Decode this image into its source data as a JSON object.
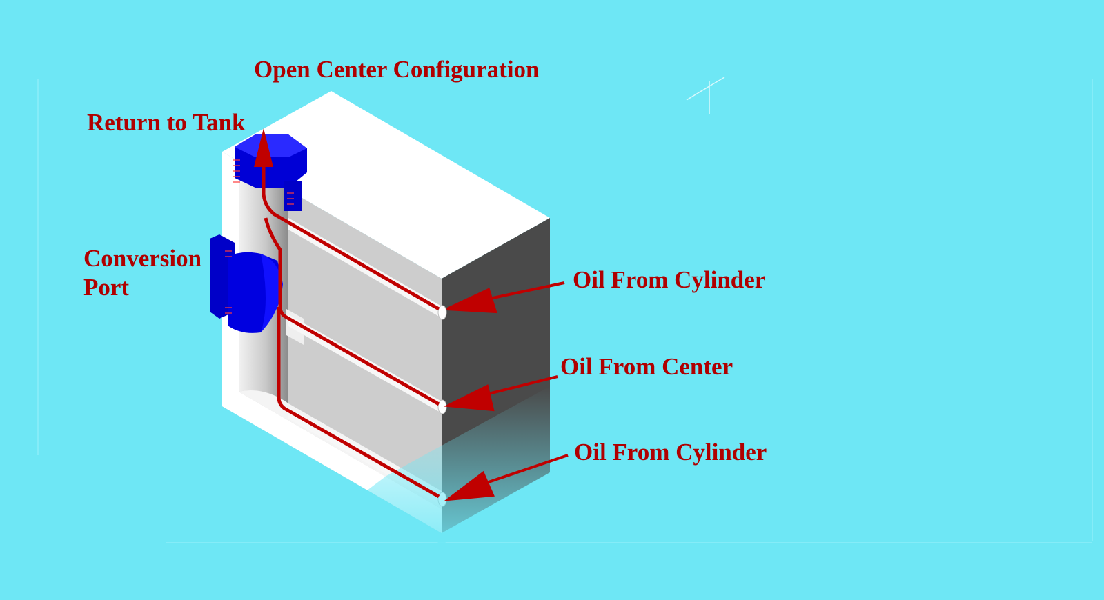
{
  "diagram": {
    "title": "Open Center Configuration",
    "labels": {
      "return_to_tank": "Return to Tank",
      "conversion_port_line1": "Conversion",
      "conversion_port_line2": "Port",
      "oil_from_cylinder_top": "Oil From Cylinder",
      "oil_from_center": "Oil From Center",
      "oil_from_cylinder_bottom": "Oil From Cylinder"
    },
    "colors": {
      "background": "#6ee7f5",
      "label_text": "#b00000",
      "flow_arrows": "#c00000",
      "fittings": "#0000dd",
      "block_top": "#ffffff",
      "block_front": "#cdcdcd",
      "block_side": "#4a4a4a"
    }
  }
}
